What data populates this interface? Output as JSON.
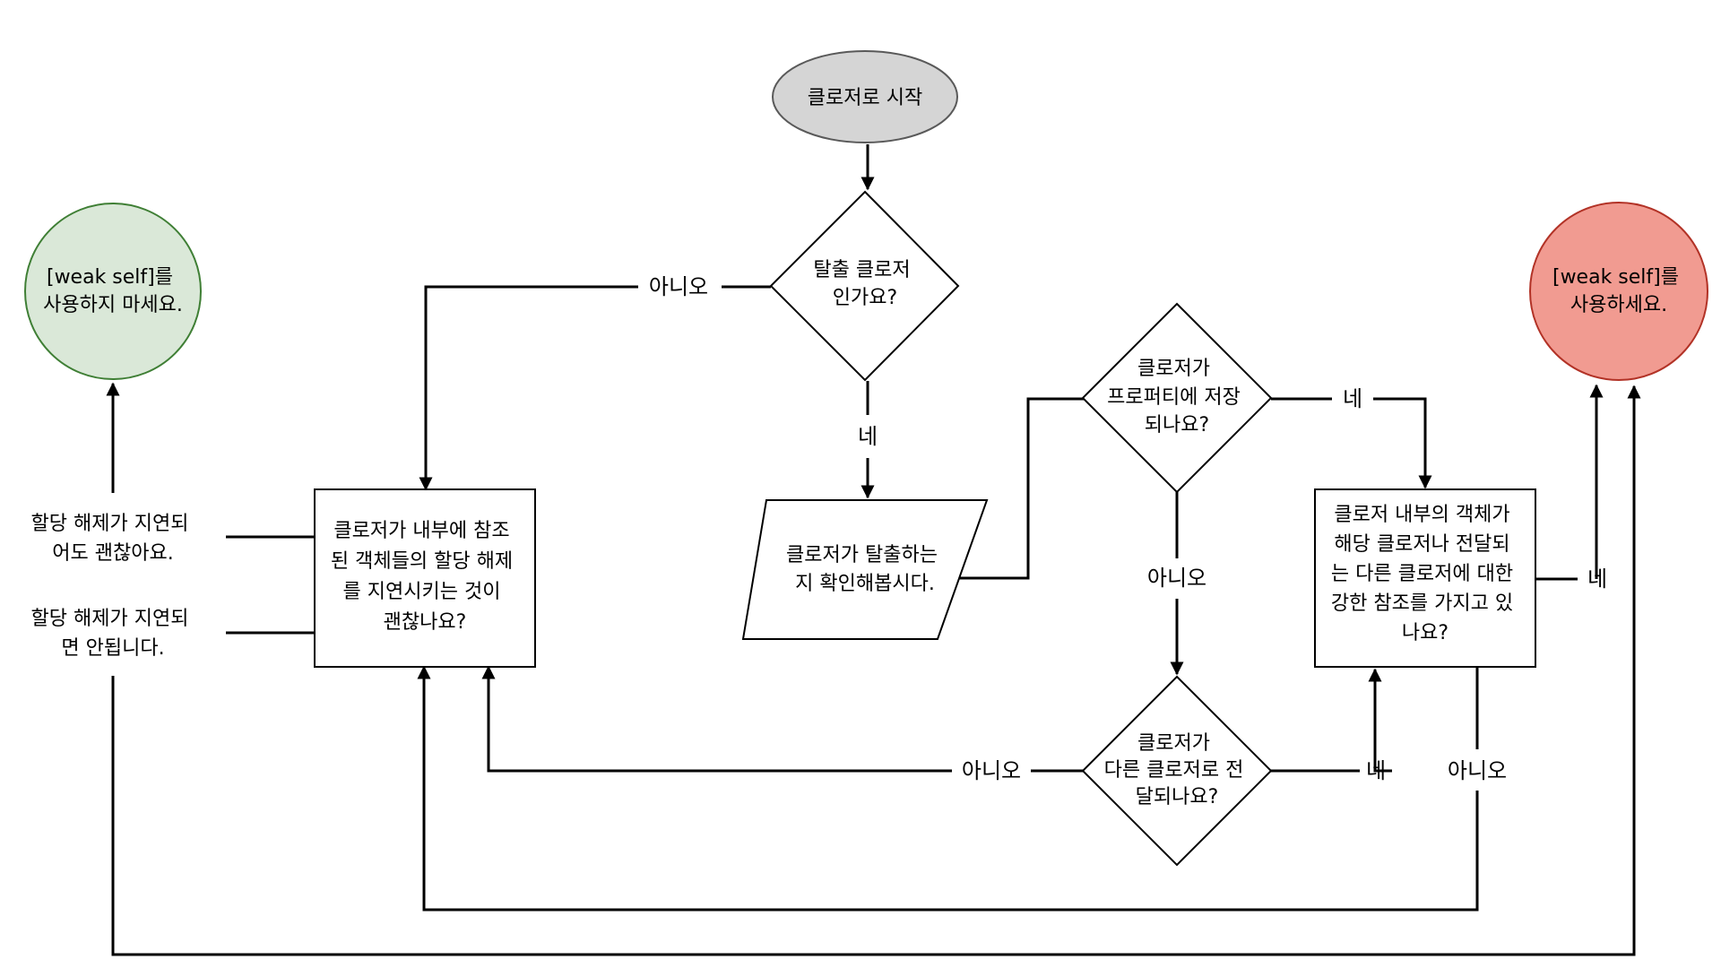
{
  "nodes": {
    "start": {
      "lines": [
        "클로저로 시작"
      ]
    },
    "escaping": {
      "lines": [
        "탈출 클로저",
        "인가요?"
      ]
    },
    "check_escape": {
      "lines": [
        "클로저가 탈출하는",
        "지 확인해봅시다."
      ]
    },
    "stored_property": {
      "lines": [
        "클로저가",
        "프로퍼티에 저장",
        "되나요?"
      ]
    },
    "passed_closure": {
      "lines": [
        "클로저가",
        "다른 클로저로 전",
        "달되나요?"
      ]
    },
    "delay_ok": {
      "lines": [
        "클로저가 내부에 참조",
        "된 객체들의 할당 해제",
        "를 지연시키는 것이",
        "괜찮나요?"
      ]
    },
    "strong_ref": {
      "lines": [
        "클로저 내부의 객체가",
        "해당 클로저나 전달되",
        "는 다른 클로저에 대한",
        "강한 참조를 가지고 있",
        "나요?"
      ]
    },
    "dont_use": {
      "lines": [
        "[weak self]를",
        "사용하지 마세요."
      ]
    },
    "use": {
      "lines": [
        "[weak self]를",
        "사용하세요."
      ]
    }
  },
  "side_notes": {
    "delay_fine": {
      "lines": [
        "할당 해제가 지연되",
        "어도 괜찮아요."
      ]
    },
    "delay_not_fine": {
      "lines": [
        "할당 해제가 지연되",
        "면 안됩니다."
      ]
    }
  },
  "edge_labels": {
    "escaping_no": "아니오",
    "escaping_yes": "네",
    "stored_yes": "네",
    "stored_no": "아니오",
    "passed_no": "아니오",
    "passed_yes": "네",
    "strong_yes": "네",
    "strong_no": "아니오"
  },
  "colors": {
    "start_fill": "#d5d5d5",
    "start_stroke": "#595959",
    "dont_use_fill": "#dae8d8",
    "dont_use_stroke": "#3f7f35",
    "use_fill": "#f19b91",
    "use_stroke": "#b23226",
    "line": "#000000"
  }
}
